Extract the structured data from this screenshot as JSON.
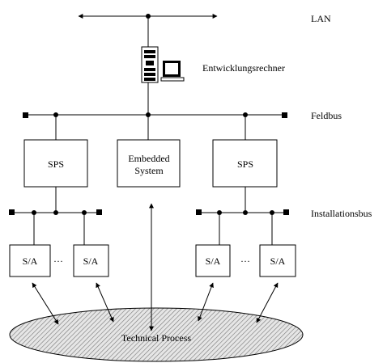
{
  "labels": {
    "lan": "LAN",
    "dev_computer": "Entwicklungsrechner",
    "fieldbus": "Feldbus",
    "installation_bus": "Installationsbus",
    "technical_process": "Technical Process"
  },
  "boxes": {
    "sps_left": "SPS",
    "embedded_line1": "Embedded",
    "embedded_line2": "System",
    "sps_right": "SPS",
    "sa_1": "S/A",
    "sa_2": "S/A",
    "sa_3": "S/A",
    "sa_4": "S/A",
    "ellipsis_left": "···",
    "ellipsis_right": "···"
  },
  "colors": {
    "line": "#000000",
    "process_fill": "#cfcfcf",
    "background": "#ffffff"
  },
  "icons": [
    "tower-computer-icon",
    "monitor-icon"
  ]
}
